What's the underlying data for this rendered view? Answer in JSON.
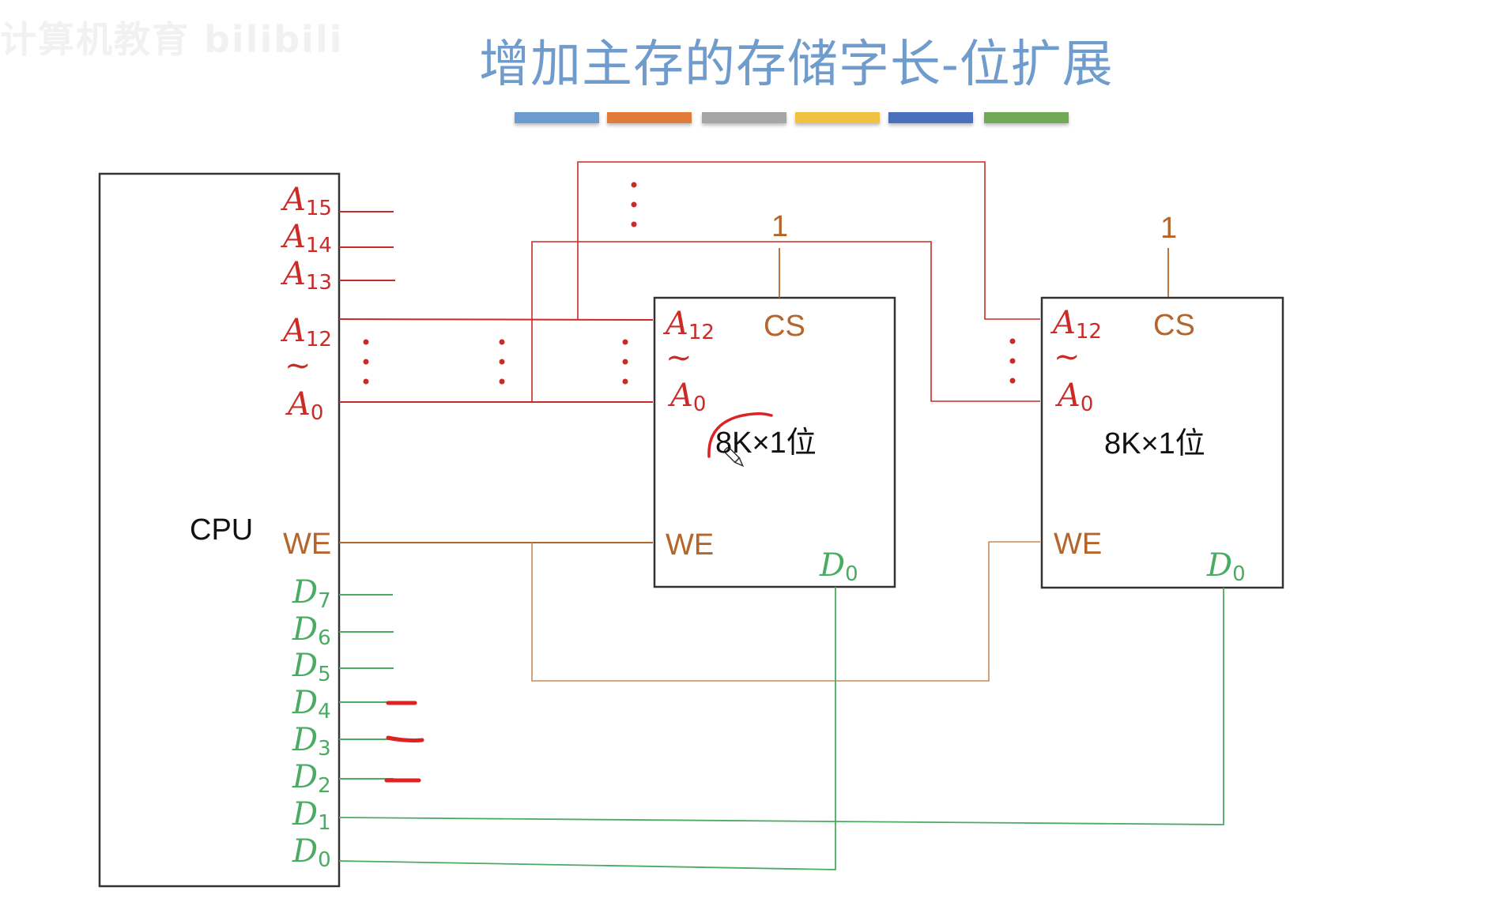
{
  "watermark": "计算机教育 bilibili",
  "title": "增加主存的存储字长-位扩展",
  "color_bars": [
    "#6a9bd1",
    "#e07b39",
    "#a5a5a5",
    "#f3c142",
    "#4a6fbf",
    "#72a955"
  ],
  "colors": {
    "address": "#cc2a26",
    "control": "#b5642a",
    "data": "#4aab62",
    "box": "#333333",
    "annotation": "#dd2222"
  },
  "cpu": {
    "label": "CPU",
    "address_pins": [
      {
        "letter": "A",
        "sub": "15"
      },
      {
        "letter": "A",
        "sub": "14"
      },
      {
        "letter": "A",
        "sub": "13"
      },
      {
        "letter": "A",
        "sub": "12"
      },
      {
        "letter": "A",
        "sub": "0"
      }
    ],
    "range_symbol": "~",
    "we_label": "WE",
    "data_pins": [
      {
        "letter": "D",
        "sub": "7"
      },
      {
        "letter": "D",
        "sub": "6"
      },
      {
        "letter": "D",
        "sub": "5"
      },
      {
        "letter": "D",
        "sub": "4"
      },
      {
        "letter": "D",
        "sub": "3"
      },
      {
        "letter": "D",
        "sub": "2"
      },
      {
        "letter": "D",
        "sub": "1"
      },
      {
        "letter": "D",
        "sub": "0"
      }
    ]
  },
  "chips": [
    {
      "capacity": "8K×1位",
      "addr_high": {
        "letter": "A",
        "sub": "12"
      },
      "addr_low": {
        "letter": "A",
        "sub": "0"
      },
      "range_symbol": "~",
      "cs_label": "CS",
      "cs_value": "1",
      "we_label": "WE",
      "data_pin": {
        "letter": "D",
        "sub": "0"
      },
      "connected_cpu_data_pin": "D0"
    },
    {
      "capacity": "8K×1位",
      "addr_high": {
        "letter": "A",
        "sub": "12"
      },
      "addr_low": {
        "letter": "A",
        "sub": "0"
      },
      "range_symbol": "~",
      "cs_label": "CS",
      "cs_value": "1",
      "we_label": "WE",
      "data_pin": {
        "letter": "D",
        "sub": "0"
      },
      "connected_cpu_data_pin": "D1"
    }
  ],
  "annotations": {
    "marked_data_pins": [
      "D4",
      "D3",
      "D2"
    ],
    "circled_text": "8K×1位",
    "cursor": "pen-cursor-icon"
  }
}
